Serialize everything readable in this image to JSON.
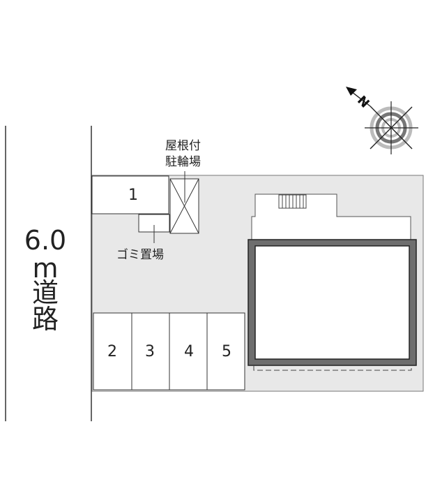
{
  "road": {
    "width": "6.0",
    "unit": "m",
    "label_1": "道",
    "label_2": "路"
  },
  "labels": {
    "bicycle_parking_line1": "屋根付",
    "bicycle_parking_line2": "駐輪場",
    "garbage": "ゴミ置場"
  },
  "parking_spaces": [
    "1",
    "2",
    "3",
    "4",
    "5"
  ],
  "compass": {
    "north_label": "N"
  },
  "colors": {
    "lot": "#e8e8e8",
    "building_wall": "#6e6e6e",
    "line": "#333333"
  }
}
